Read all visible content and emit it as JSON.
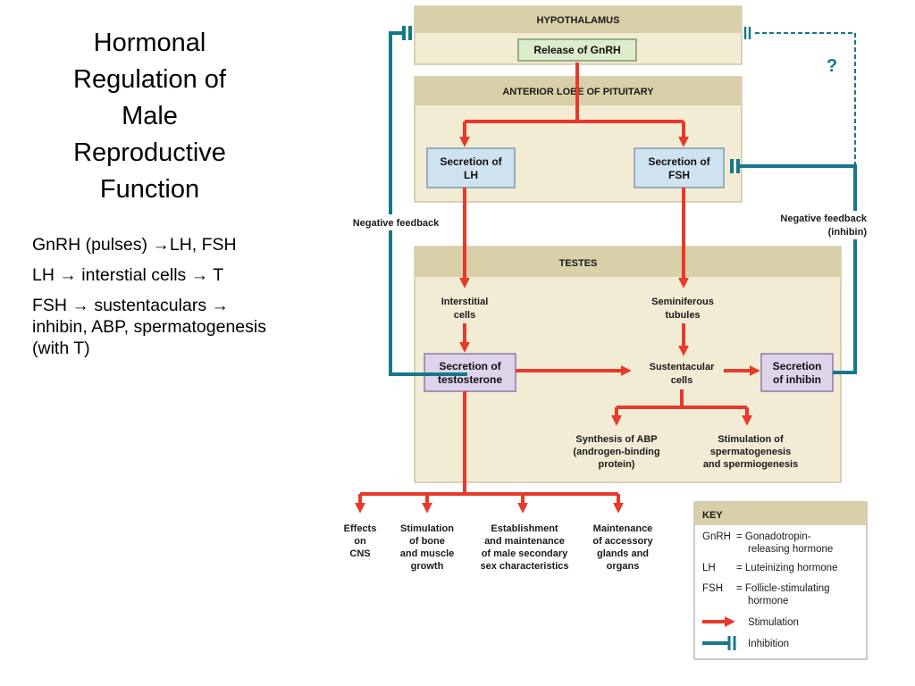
{
  "title_lines": [
    "Hormonal",
    "Regulation of",
    "Male",
    "Reproductive",
    "Function"
  ],
  "bullets": [
    "GnRH (pulses) →LH, FSH",
    "LH → interstial cells → T",
    "FSH → sustentaculars →\ninhibin, ABP, spermatogenesis\n(with T)"
  ],
  "diagram": {
    "hypothalamus": "HYPOTHALAMUS",
    "release_gnrh": "Release of GnRH",
    "pituitary": "ANTERIOR LOBE OF PITUITARY",
    "secretion_lh": [
      "Secretion of",
      "LH"
    ],
    "secretion_fsh": [
      "Secretion of",
      "FSH"
    ],
    "neg_feedback_left": "Negative feedback",
    "neg_feedback_right": [
      "Negative feedback",
      "(inhibin)"
    ],
    "question_mark": "?",
    "testes": "TESTES",
    "interstitial_cells": [
      "Interstitial",
      "cells"
    ],
    "seminiferous_tubules": [
      "Seminiferous",
      "tubules"
    ],
    "secretion_testosterone": [
      "Secretion of",
      "testosterone"
    ],
    "sustentacular_cells": [
      "Sustentacular",
      "cells"
    ],
    "secretion_inhibin": [
      "Secretion",
      "of inhibin"
    ],
    "synthesis_abp": [
      "Synthesis of ABP",
      "(androgen-binding",
      "protein)"
    ],
    "stimulation_spermatogenesis": [
      "Stimulation of",
      "spermatogenesis",
      "and spermiogenesis"
    ],
    "effects_cns": [
      "Effects",
      "on",
      "CNS"
    ],
    "stimulation_bone": [
      "Stimulation",
      "of bone",
      "and muscle",
      "growth"
    ],
    "establishment": [
      "Establishment",
      "and maintenance",
      "of male secondary",
      "sex characteristics"
    ],
    "maintenance": [
      "Maintenance",
      "of accessory",
      "glands and",
      "organs"
    ]
  },
  "key": {
    "title": "KEY",
    "gnrh_abbr": "GnRH",
    "gnrh_def": [
      "= Gonadotropin-",
      "releasing hormone"
    ],
    "lh_abbr": "LH",
    "lh_def": "= Luteinizing hormone",
    "fsh_abbr": "FSH",
    "fsh_def": [
      "= Follicle-stimulating",
      "hormone"
    ],
    "stimulation": "Stimulation",
    "inhibition": "Inhibition"
  },
  "colors": {
    "stimulation": "#e8392a",
    "inhibition": "#16778a",
    "region_fill": "#f2ecd4",
    "region_header": "#d9cfa8",
    "lh_fsh_box": "#cfe2f0",
    "testes_box": "#ddd3ea",
    "gnrh_box": "#ddeccc"
  }
}
